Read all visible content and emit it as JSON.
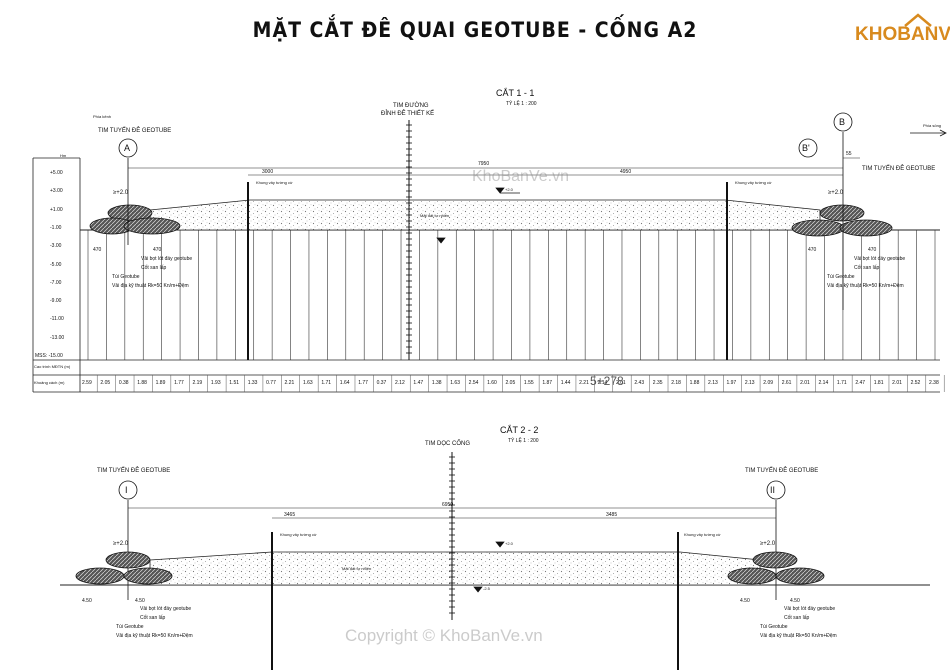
{
  "sheet": {
    "title": "MẶT CẮT ĐÊ QUAI GEOTUBE - CỐNG A2",
    "logo": "KHOBANVE"
  },
  "section1": {
    "name": "CẮT 1 - 1",
    "scale": "TỶ LỆ 1 : 200",
    "center_line_top": "TIM ĐƯỜNG",
    "center_line_bottom": "ĐỈNH ĐÊ THIẾT KẾ",
    "left_axis_label": "TIM TUYẾN ĐÊ GEOTUBE",
    "right_axis_label": "TIM TUYẾN ĐÊ GEOTUBE",
    "marker_a": "A",
    "marker_b": "B",
    "marker_b2": "B'",
    "dim_total": "7950",
    "dim_left": "3000",
    "dim_right": "4950",
    "dim_small": "55",
    "left_note": "Phía kênh",
    "right_note": "Phía sông",
    "sheet_pile_note": "Khung vây tường cừ",
    "ground_note": "Mặt đất tự nhiên",
    "level_top": "+2.0",
    "crest_left": "≥+2.0",
    "crest_right": "≥+2.0",
    "dim_toe_a": "470",
    "dim_toe_b": "470",
    "geotube_notes": [
      "Vải bọt lót đáy geotube",
      "Cốt san lấp",
      "Túi Geotube",
      "Vải địa kỹ thuật Rk=50 Kn/m+Đệm"
    ],
    "geotube_notes_right": [
      "Vải bọt lót đáy geotube",
      "Cốt san lấp",
      "Túi Geotube",
      "Vải địa kỹ thuật Rk=50 Kn/m+Đệm"
    ],
    "ruler_unit": "Hm",
    "ruler_levels": [
      "+5.00",
      "+3.00",
      "+1.00",
      "-1.00",
      "-3.00",
      "-5.00",
      "-7.00",
      "-9.00",
      "-11.00",
      "-13.00",
      "MSS: -15.00"
    ],
    "table_row1_label": "Cao trình MĐTN (m)",
    "table_row2_label": "Khoảng cách (m)",
    "distances": [
      "2.59",
      "2.05",
      "0.38",
      "1.88",
      "1.89",
      "1.77",
      "2.19",
      "1.93",
      "1.51",
      "1.33",
      "0.77",
      "2.21",
      "1.63",
      "1.71",
      "1.64",
      "1.77",
      "0.37",
      "2.12",
      "1.47",
      "1.38",
      "1.63",
      "2.54",
      "1.60",
      "2.05",
      "1.55",
      "1.87",
      "1.44",
      "2.21",
      "2.14",
      "2.01",
      "2.43",
      "2.35",
      "2.18",
      "1.88",
      "2.13",
      "1.97",
      "2.13",
      "2.09",
      "2.61",
      "2.01",
      "2.14",
      "1.71",
      "2.47",
      "1.81",
      "2.01",
      "2.52",
      "2.38"
    ],
    "station": "5+278"
  },
  "section2": {
    "name": "CẮT 2 - 2",
    "scale": "TỶ LỆ 1 : 200",
    "center_line_top": "TIM DỌC CỐNG",
    "left_axis_label": "TIM TUYẾN ĐÊ GEOTUBE",
    "right_axis_label": "TIM TUYẾN ĐÊ GEOTUBE",
    "marker_i": "I",
    "marker_ii": "II",
    "dim_total": "6950",
    "dim_left": "3465",
    "dim_right": "3485",
    "level_top": "+2.0",
    "level_low": "-2.5",
    "crest_left": "≥+2.0",
    "crest_right": "≥+2.0",
    "dim_toe_a": "4.50",
    "dim_toe_b": "4.50",
    "dim_toe_c": "4.50",
    "dim_toe_d": "4.50",
    "sheet_pile_note": "Khung vây tường cừ",
    "ground_note": "Mặt đất tự nhiên",
    "geotube_notes": [
      "Vải bọt lót đáy geotube",
      "Cốt san lấp",
      "Túi Geotube",
      "Vải địa kỹ thuật Rk=50 Kn/m+Đệm"
    ],
    "geotube_notes_right": [
      "Vải bọt lót đáy geotube",
      "Cốt san lấp",
      "Túi Geotube",
      "Vải địa kỹ thuật Rk=50 Kn/m+Đệm"
    ]
  },
  "watermarks": {
    "center": "KhoBanVe.vn",
    "bottom": "Copyright © KhoBanVe.vn"
  },
  "colors": {
    "line": "#222222",
    "fill_hatch": "#9a9a9a",
    "logo": "#d88a1e"
  }
}
